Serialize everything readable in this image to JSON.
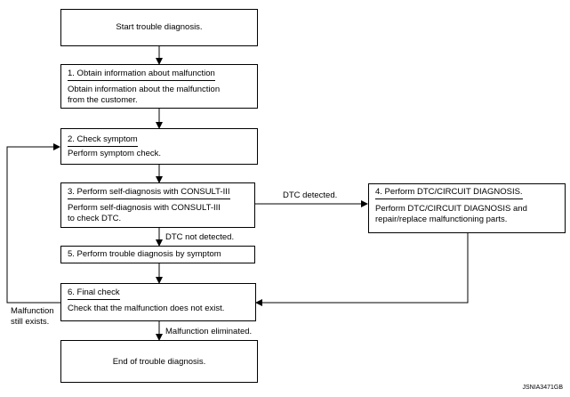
{
  "start": {
    "text": "Start trouble diagnosis."
  },
  "step1": {
    "title": "1. Obtain information about malfunction",
    "lines": [
      "Obtain information about the malfunction",
      "from the customer."
    ]
  },
  "step2": {
    "title": "2. Check symptom",
    "lines": [
      "Perform symptom check."
    ]
  },
  "step3": {
    "title": "3. Perform self-diagnosis with CONSULT-III",
    "lines": [
      "Perform self-diagnosis with CONSULT-III",
      "to check DTC."
    ]
  },
  "step4": {
    "title": "4. Perform DTC/CIRCUIT DIAGNOSIS.",
    "lines": [
      "Perform DTC/CIRCUIT DIAGNOSIS and",
      "repair/replace malfunctioning parts."
    ]
  },
  "step5": {
    "title": "5. Perform trouble diagnosis by symptom"
  },
  "step6": {
    "title": "6. Final check",
    "lines": [
      "Check that the malfunction does not exist."
    ]
  },
  "end": {
    "text": "End of trouble diagnosis."
  },
  "labels": {
    "dtc_detected": "DTC detected.",
    "dtc_not_detected": "DTC not detected.",
    "malfunction_eliminated": "Malfunction eliminated.",
    "malfunction_still_exists": [
      "Malfunction",
      "still exists."
    ]
  },
  "figure_code": "JSNIA3471GB"
}
